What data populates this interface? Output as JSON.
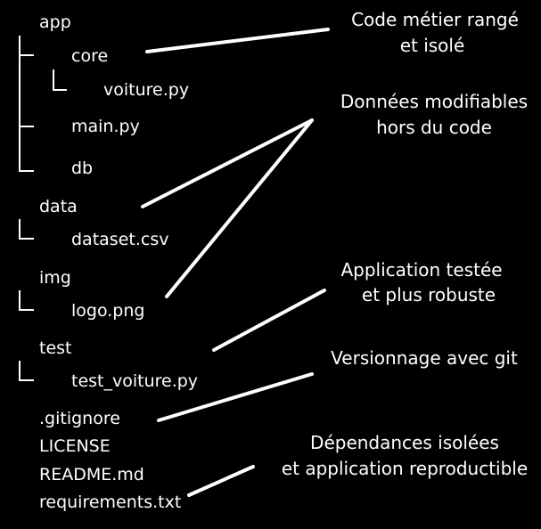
{
  "colors": {
    "background": "#000000",
    "foreground": "#ffffff"
  },
  "tree": {
    "app": "app",
    "core": "core",
    "voiture": "voiture.py",
    "main": "main.py",
    "db": "db",
    "data": "data",
    "dataset": "dataset.csv",
    "img": "img",
    "logo": "logo.png",
    "test": "test",
    "test_voiture": "test_voiture.py",
    "gitignore": ".gitignore",
    "license": "LICENSE",
    "readme": "README.md",
    "requirements": "requirements.txt"
  },
  "annotations": {
    "code_line1": "Code métier rangé",
    "code_line2": "et isolé",
    "data_line1": "Données modifiables",
    "data_line2": "hors du code",
    "test_line1": "Application testée",
    "test_line2": "et plus robuste",
    "git_line1": "Versionnage avec git",
    "deps_line1": "Dépendances isolées",
    "deps_line2": "et application reproductible"
  },
  "icons": {
    "folder": "folder-icon",
    "file": "file-icon"
  }
}
